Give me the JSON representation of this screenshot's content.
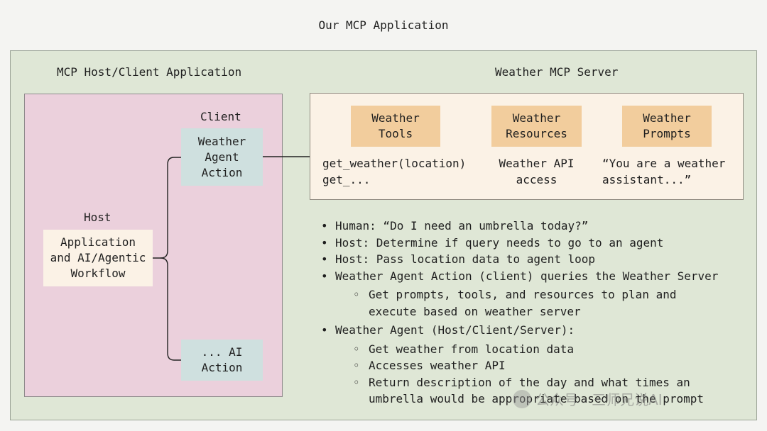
{
  "title": "Our MCP Application",
  "host_section": {
    "title": "MCP Host/Client Application",
    "client_label": "Client",
    "client_box": "Weather\nAgent\nAction",
    "host_label": "Host",
    "host_box": "Application\nand AI/Agentic\nWorkflow",
    "ai_box": "... AI\nAction"
  },
  "server_section": {
    "title": "Weather MCP Server",
    "columns": [
      {
        "tag": "Weather\nTools",
        "text": "get_weather(location)\nget_..."
      },
      {
        "tag": "Weather\nResources",
        "text": "Weather API\naccess"
      },
      {
        "tag": "Weather\nPrompts",
        "text": "“You are a weather\nassistant...”"
      }
    ]
  },
  "bullets": [
    {
      "text": "Human: “Do I need an umbrella today?”",
      "sub": []
    },
    {
      "text": "Host: Determine if query needs to go to an agent",
      "sub": []
    },
    {
      "text": "Host: Pass location data to agent loop",
      "sub": []
    },
    {
      "text": "Weather Agent Action (client) queries the Weather Server",
      "sub": [
        "Get prompts, tools, and resources to plan and\nexecute based on weather server"
      ]
    },
    {
      "text": "Weather Agent (Host/Client/Server):",
      "sub": [
        "Get weather from location data",
        "Accesses weather API",
        "Return description of the day and what times an\numbrella would be appropriate based on the prompt"
      ]
    }
  ],
  "watermark": "公众号 · 三师兄说AI",
  "colors": {
    "background": "#f4f4f2",
    "outer_panel": "#dfe7d6",
    "host_panel": "#ebd0dc",
    "server_panel": "#fbf2e6",
    "client_box": "#cfe0df",
    "tag_box": "#f2cd9d"
  }
}
